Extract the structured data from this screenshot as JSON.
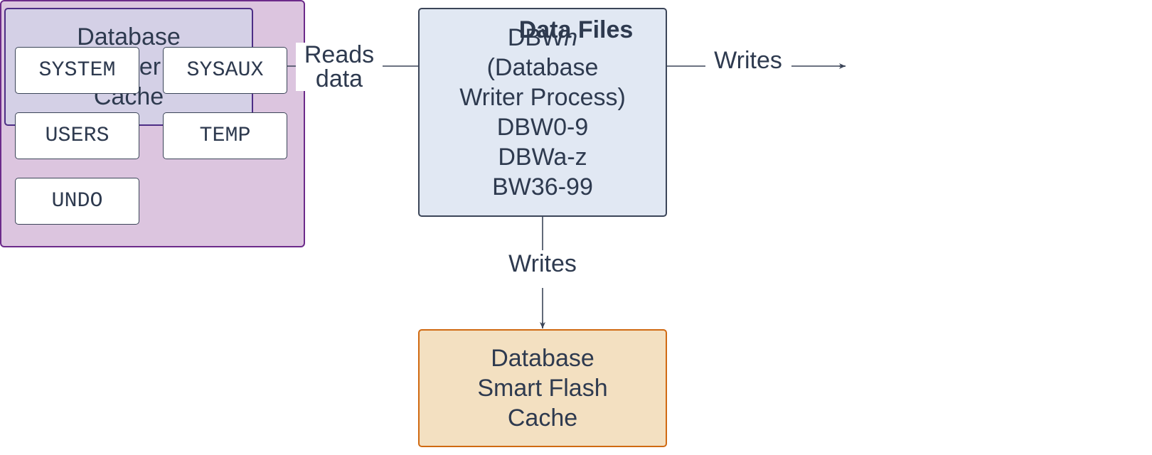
{
  "nodes": {
    "buffer_cache": {
      "lines": [
        "Database",
        "Buffer",
        "Cache"
      ]
    },
    "dbwn": {
      "title_prefix": "DBW",
      "title_suffix": "n",
      "lines": [
        "(Database",
        "Writer Process)",
        "DBW0-9",
        "DBWa-z",
        "BW36-99"
      ]
    },
    "flash_cache": {
      "lines": [
        "Database",
        "Smart Flash",
        "Cache"
      ]
    },
    "data_files": {
      "title": "Data Files",
      "files": [
        "SYSTEM",
        "SYSAUX",
        "USERS",
        "TEMP",
        "UNDO"
      ]
    }
  },
  "edges": {
    "reads": {
      "lines": [
        "Reads",
        "data"
      ]
    },
    "writes_right": {
      "label": "Writes"
    },
    "writes_down": {
      "label": "Writes"
    }
  },
  "colors": {
    "line": "#3b4558",
    "buffer_fill": "#d4d0e6",
    "buffer_border": "#4d2d85",
    "dbwn_fill": "#e1e8f3",
    "flash_fill": "#f3e0c1",
    "flash_border": "#d06a12",
    "files_fill": "#dcc5df",
    "files_border": "#6c2a8a"
  }
}
